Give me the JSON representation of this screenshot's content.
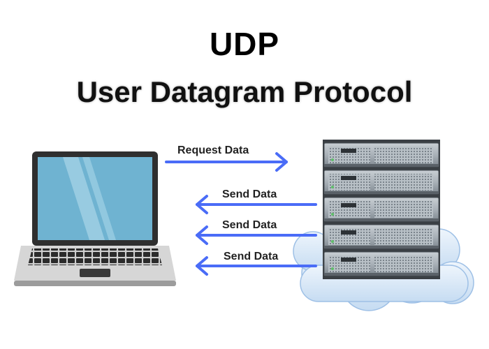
{
  "title": "UDP",
  "subtitle": "User Datagram Protocol",
  "arrows": [
    {
      "label": "Request Data",
      "direction": "right"
    },
    {
      "label": "Send Data",
      "direction": "left"
    },
    {
      "label": "Send Data",
      "direction": "left"
    },
    {
      "label": "Send Data",
      "direction": "left"
    }
  ],
  "colors": {
    "arrow": "#4a6cf7",
    "screen": "#6fb3d1",
    "laptop_body": "#d6d6d6",
    "cloud": "#dce9f7",
    "server": "#9aa4ad"
  }
}
